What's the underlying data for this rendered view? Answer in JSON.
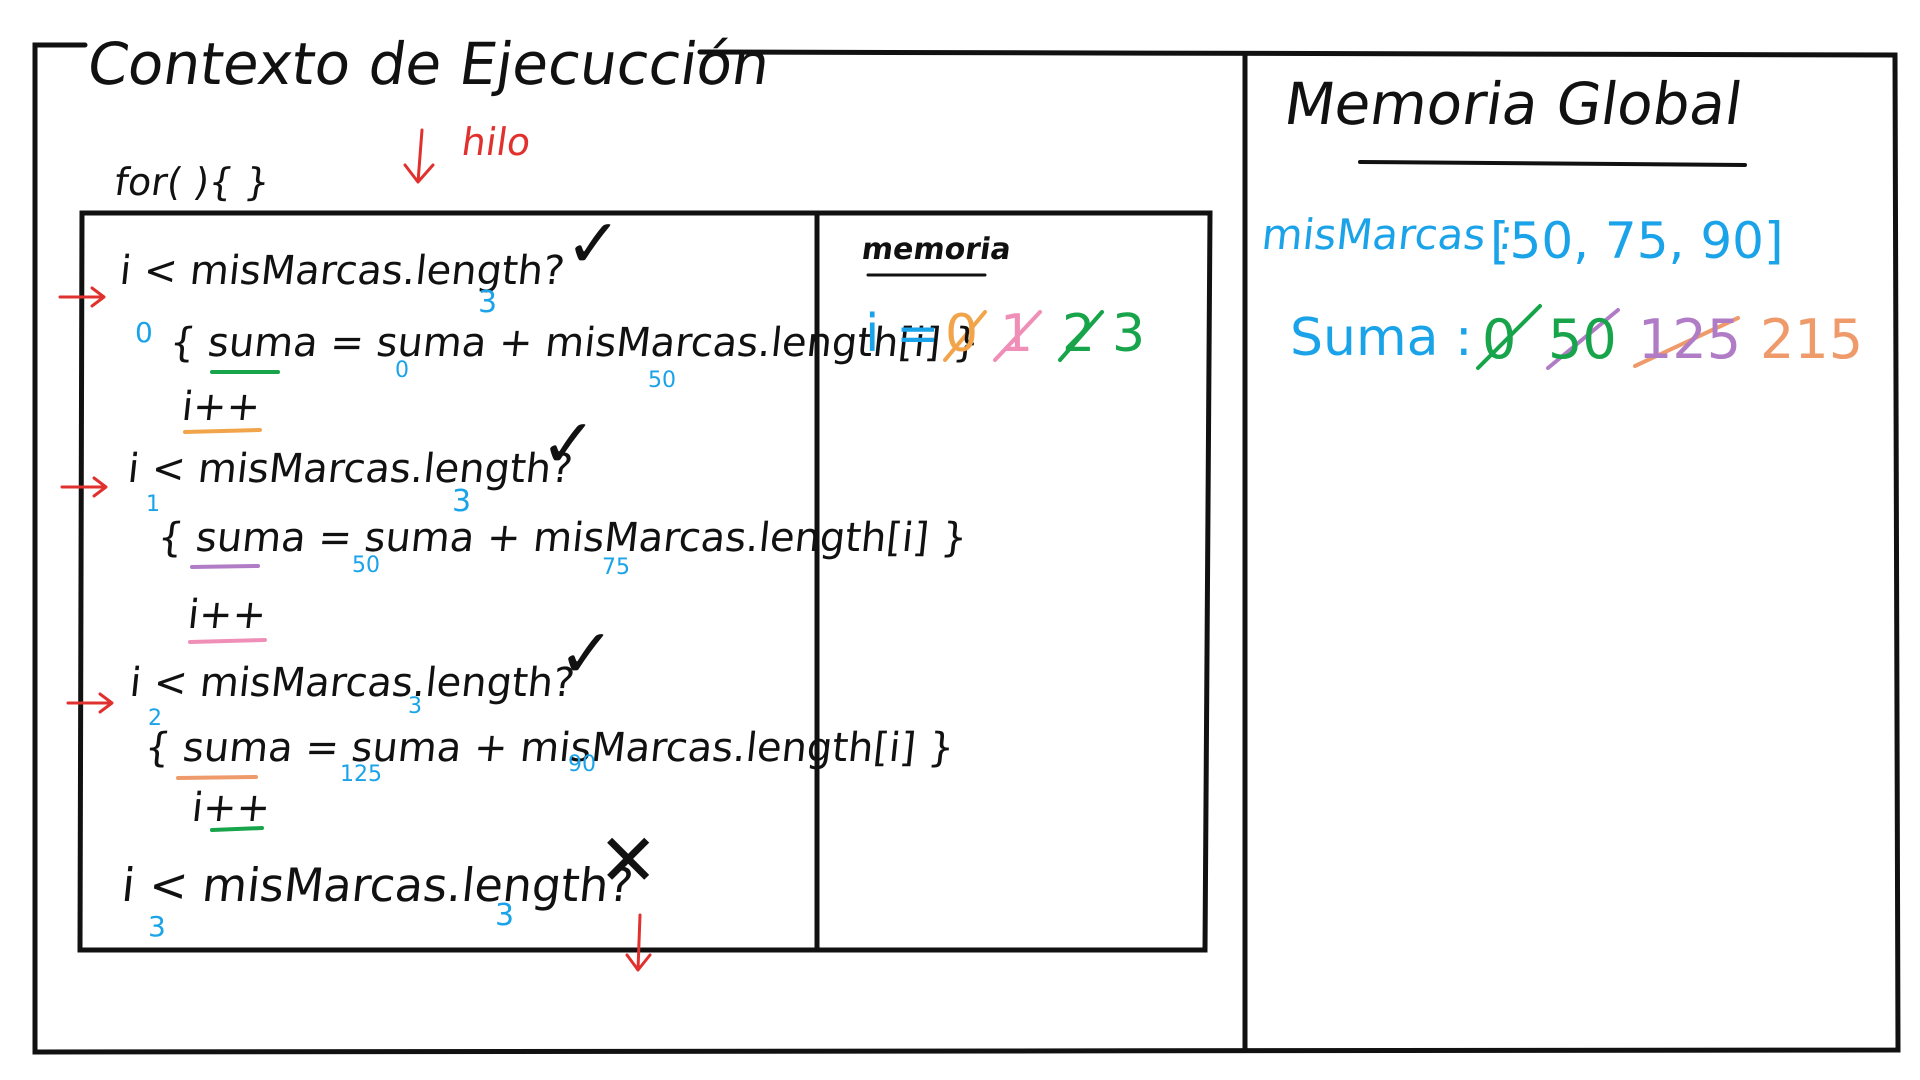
{
  "colors": {
    "ink": "#111111",
    "blue": "#1aa3e8",
    "red": "#e0312e",
    "green": "#17a44a",
    "orange": "#f2a44a",
    "purple": "#b07cc6",
    "pink": "#ef8fb8",
    "salmon": "#ef9a6a"
  },
  "exec": {
    "title": "Contexto de Ejecucción",
    "thread_label": "hilo",
    "for_label": "for( ){ }",
    "iterations": [
      {
        "condition": "i < misMarcas.length?",
        "i_value": "0",
        "length_value": "3",
        "result": "✓",
        "body": "{ suma = suma + misMarcas.length[i] }",
        "suma_value": "0",
        "item_value": "50",
        "increment": "i++"
      },
      {
        "condition": "i < misMarcas.length?",
        "i_value": "1",
        "length_value": "3",
        "result": "✓",
        "body": "{ suma = suma + misMarcas.length[i] }",
        "suma_value": "50",
        "item_value": "75",
        "increment": "i++"
      },
      {
        "condition": "i < misMarcas.length?",
        "i_value": "2",
        "length_value": "3",
        "result": "✓",
        "body": "{ suma = suma + misMarcas.length[i] }",
        "suma_value": "125",
        "item_value": "90",
        "increment": "i++"
      },
      {
        "condition": "i < misMarcas.length?",
        "i_value": "3",
        "length_value": "3",
        "result": "✕"
      }
    ],
    "local_memory": {
      "title": "memoria",
      "var": "i =",
      "values": [
        "0",
        "1",
        "2",
        "3"
      ]
    }
  },
  "global": {
    "title": "Memoria Global",
    "array_name": "misMarcas :",
    "array_value": "[50, 75, 90]",
    "suma_name": "Suma :",
    "suma_values": [
      "0",
      "50",
      "125",
      "215"
    ]
  }
}
